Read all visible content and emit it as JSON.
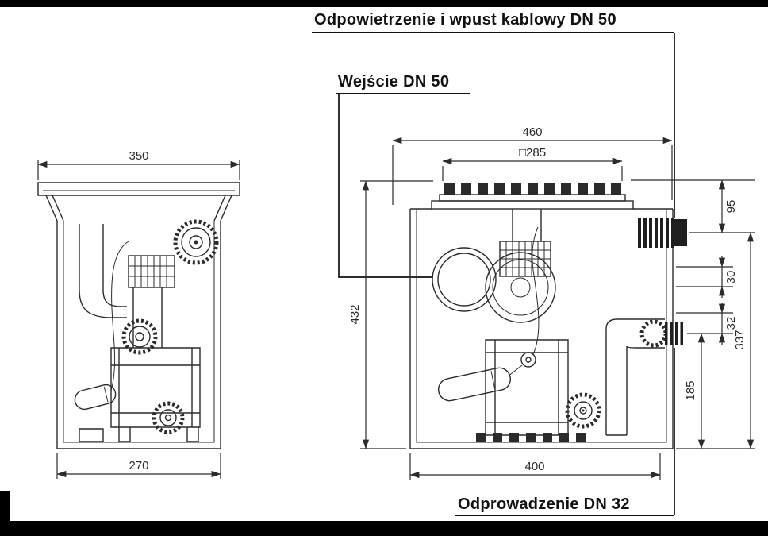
{
  "colors": {
    "background": "#ffffff",
    "line": "#2b2b2b",
    "letterbox_bar": "#000000",
    "fitting_dark": "#1f1f1f"
  },
  "annotations": {
    "vent": "Odpowietrzenie i wpust kablowy DN 50",
    "inlet": "Wejście DN 50",
    "outlet": "Odprowadzenie DN 32"
  },
  "dimensions": {
    "side_view": {
      "top_width": "350",
      "bottom_width": "270"
    },
    "front_view": {
      "overall_width": "460",
      "cover_square": "□285",
      "overall_height": "432",
      "vent_depth": "95",
      "clearance_upper": "30",
      "clearance_lower": "32",
      "lower_height": "337",
      "outlet_height": "185",
      "bottom_width": "400"
    }
  }
}
